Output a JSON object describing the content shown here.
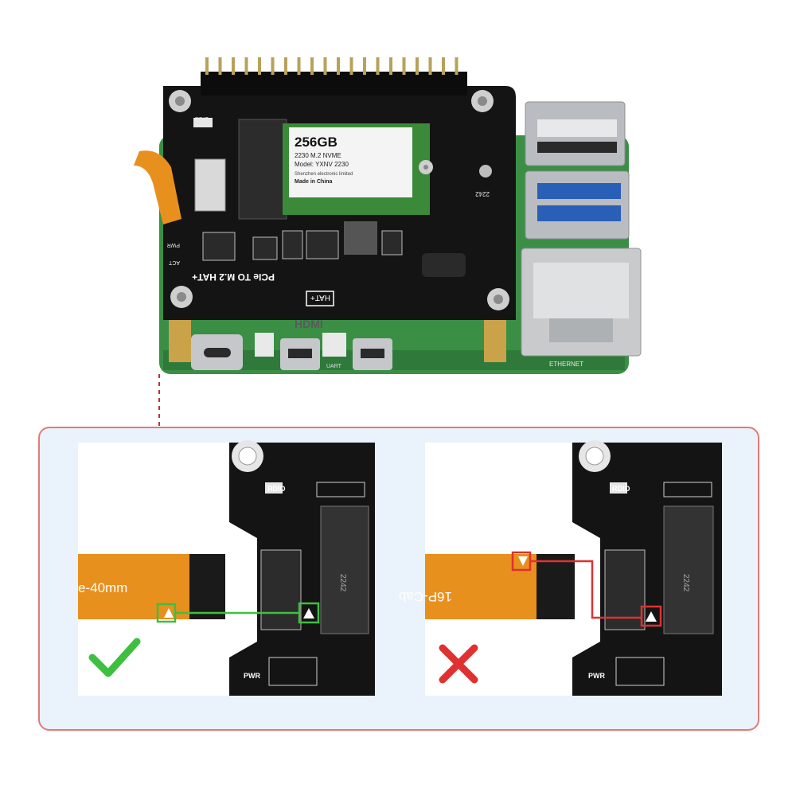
{
  "board": {
    "ssd_capacity": "256GB",
    "ssd_form": "2230 M.2 NVME",
    "ssd_model": "Model: YXNV 2230",
    "ssd_maker": "Shenzhen electronic limited",
    "ssd_origin": "Made in China",
    "hat_title": "PCIe TO M.2 HAT+",
    "hat_badge": "HAT+",
    "label_pwr": "PWR",
    "label_act": "ACT",
    "label_rdio": "RDIO",
    "label_2242": "2242",
    "label_ethernet": "ETHERNET",
    "label_uart": "UART",
    "label_hdmi": "HDMI"
  },
  "comparison": {
    "correct": {
      "cable_text": "e-40mm",
      "label_rdio": "RDIO",
      "label_pwr": "PWR",
      "slot_label": "2242",
      "indicator": "check-mark",
      "color": "#3fbf3f"
    },
    "incorrect": {
      "cable_text": "16P-Cab",
      "label_rdio": "RDIO",
      "label_pwr": "PWR",
      "slot_label": "2242",
      "indicator": "cross-mark",
      "color": "#e03030"
    }
  },
  "colors": {
    "panel_border": "#e37a7a",
    "panel_bg": "#eaf2fb",
    "pcb": "#141414",
    "cable": "#e8901e",
    "ssd": "#3a8a3a"
  }
}
